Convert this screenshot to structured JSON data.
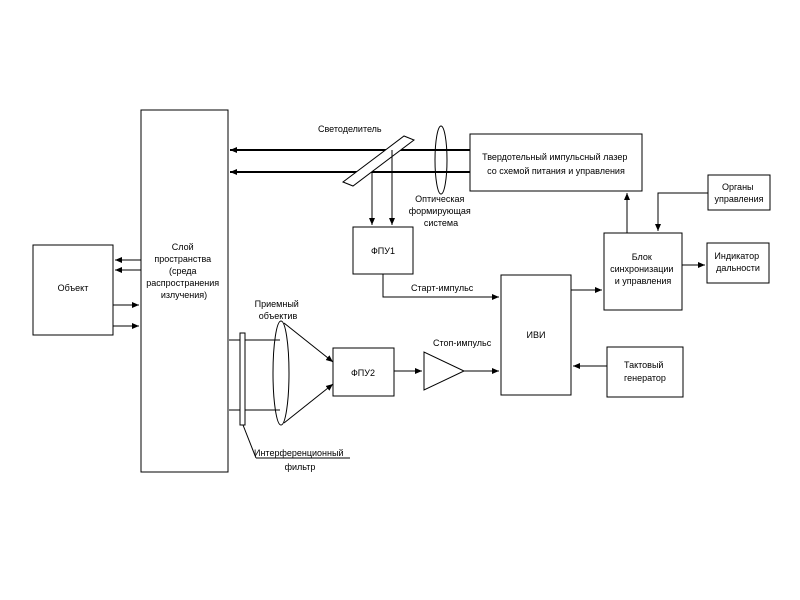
{
  "blocks": {
    "object": "Объект",
    "medium": [
      "Слой",
      "пространства",
      "(среда",
      "распространения",
      "излучения)"
    ],
    "laser": [
      "Твердотельный импульсный лазер",
      "со схемой питания и управления"
    ],
    "controls": [
      "Органы",
      "управления"
    ],
    "sync": [
      "Блок",
      "синхронизации",
      "и управления"
    ],
    "rangefinder": [
      "Индикатор",
      "дальности"
    ],
    "fpu1": "ФПУ1",
    "fpu2": "ФПУ2",
    "ivi": "ИВИ",
    "clock": [
      "Тактовый",
      "генератор"
    ]
  },
  "labels": {
    "beam_splitter": "Светоделитель",
    "optical_system": [
      "Оптическая",
      "формирующая",
      "система"
    ],
    "start_pulse": "Старт-импульс",
    "stop_pulse": "Стоп-импульс",
    "receiving_lens": [
      "Приемный",
      "объектив"
    ],
    "interference_filter": [
      "Интерференционный",
      "фильтр"
    ]
  }
}
